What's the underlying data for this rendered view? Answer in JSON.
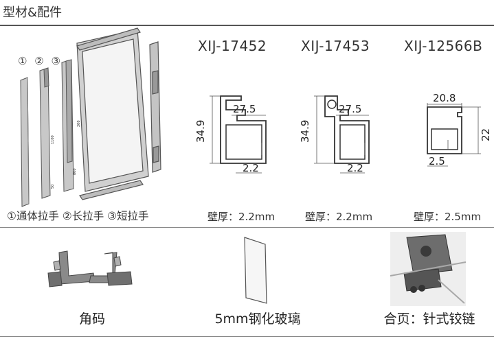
{
  "title": "型材&配件",
  "frame": {
    "markers": [
      "①",
      "②",
      "③"
    ],
    "caption": "①通体拉手 ②长拉手 ③短拉手",
    "labels": [
      "200",
      "1100",
      "800",
      "50"
    ]
  },
  "profiles": [
    {
      "model": "XIJ-17452",
      "thickness": "壁厚：2.2mm",
      "height": "34.9",
      "width": "27.5",
      "wall": "2.2"
    },
    {
      "model": "XIJ-17453",
      "thickness": "壁厚：2.2mm",
      "height": "34.9",
      "width": "27.5",
      "wall": "2.2"
    },
    {
      "model": "XIJ-12566B",
      "thickness": "壁厚：2.5mm",
      "height": "22",
      "width": "20.8",
      "wall": "2.5"
    }
  ],
  "accessories": [
    {
      "label": "角码"
    },
    {
      "label": "5mm钢化玻璃"
    },
    {
      "label": "合页：针式铰链"
    }
  ]
}
